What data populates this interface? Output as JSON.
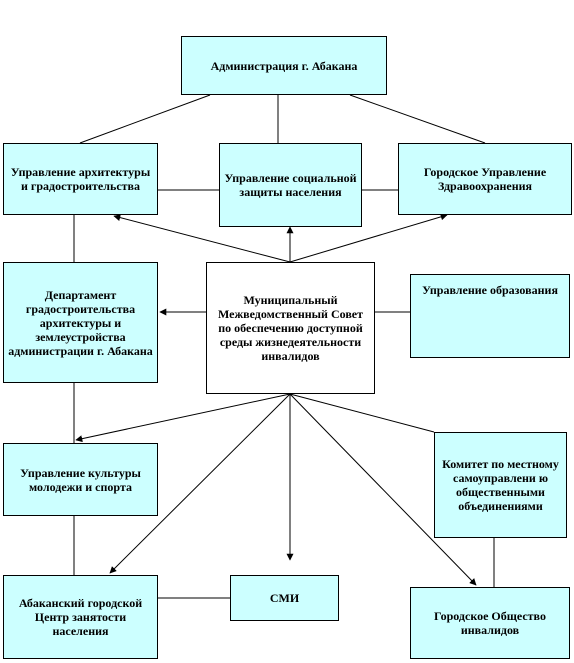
{
  "colors": {
    "box_fill": "#ccffff",
    "center_fill": "#ffffff",
    "line": "#000000"
  },
  "nodes": {
    "admin": "Администрация г. Абакана",
    "architecture": "Управление архитектуры и градостроительства",
    "social": "Управление социальной защиты населения",
    "health": "Городское Управление Здравоохранения",
    "department": "Департамент градостроительства архитектуры и землеустройства администрации г. Абакана",
    "council": "Муниципальный Межведомственный Совет по обеспечению доступной среды жизнедеятельности инвалидов",
    "education": "Управление образования",
    "culture": "Управление культуры молодежи и спорта",
    "committee": "Комитет по местному самоуправлени ю общественными объединениями",
    "employment": "Абаканский городской Центр занятости населения",
    "media": "СМИ",
    "society": "Городское Общество инвалидов"
  }
}
